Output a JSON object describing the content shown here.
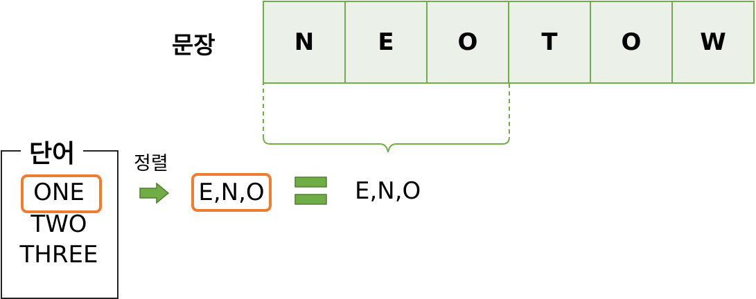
{
  "sentence": {
    "label": "문장",
    "letters": [
      "N",
      "E",
      "O",
      "T",
      "O",
      "W"
    ]
  },
  "word_box": {
    "title": "단어",
    "words": [
      "ONE",
      "TWO",
      "THREE"
    ]
  },
  "sort_label": "정렬",
  "sorted_word": "E,N,O",
  "window_result": "E,N,O",
  "colors": {
    "cell_fill": "#ebf1e8",
    "cell_border": "#70ad47",
    "highlight": "#ed7d31",
    "arrow": "#70ad47"
  }
}
